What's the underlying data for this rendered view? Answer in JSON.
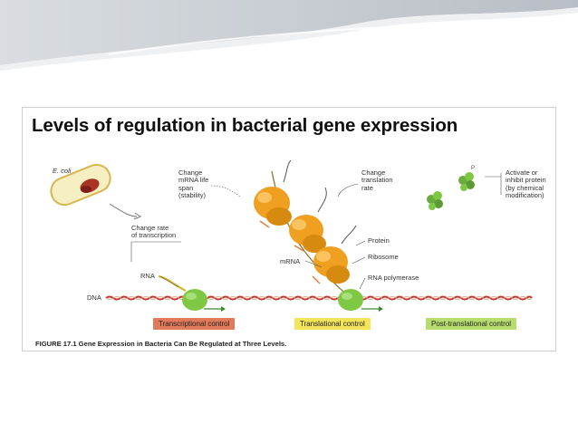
{
  "slide": {
    "title": "Levels of regulation in bacterial gene expression"
  },
  "labels": {
    "ecoli": "E. coli",
    "change_mrna_1": "Change",
    "change_mrna_2": "mRNA life",
    "change_mrna_3": "span",
    "change_mrna_4": "(stability)",
    "change_translation_1": "Change",
    "change_translation_2": "translation",
    "change_translation_3": "rate",
    "activate_1": "Activate or",
    "activate_2": "inhibit protein",
    "activate_3": "(by chemical",
    "activate_4": "modification)",
    "phosphate": "P",
    "change_rate_1": "Change rate",
    "change_rate_2": "of transcription",
    "rna": "RNA",
    "dna": "DNA",
    "mrna": "mRNA",
    "protein": "Protein",
    "ribosome": "Ribosome",
    "rna_polymerase": "RNA polymerase"
  },
  "controls": {
    "transcriptional": "Transcriptional control",
    "translational": "Translational control",
    "post_translational": "Post-translational control"
  },
  "caption": "FIGURE 17.1  Gene Expression in Bacteria Can Be Regulated at Three Levels.",
  "colors": {
    "transcriptional": "#e07a5a",
    "translational": "#f3e45a",
    "post_translational": "#b6dd6e",
    "ribosome": "#f0a020",
    "polymerase": "#7fc843",
    "dna": "#c0392b"
  }
}
